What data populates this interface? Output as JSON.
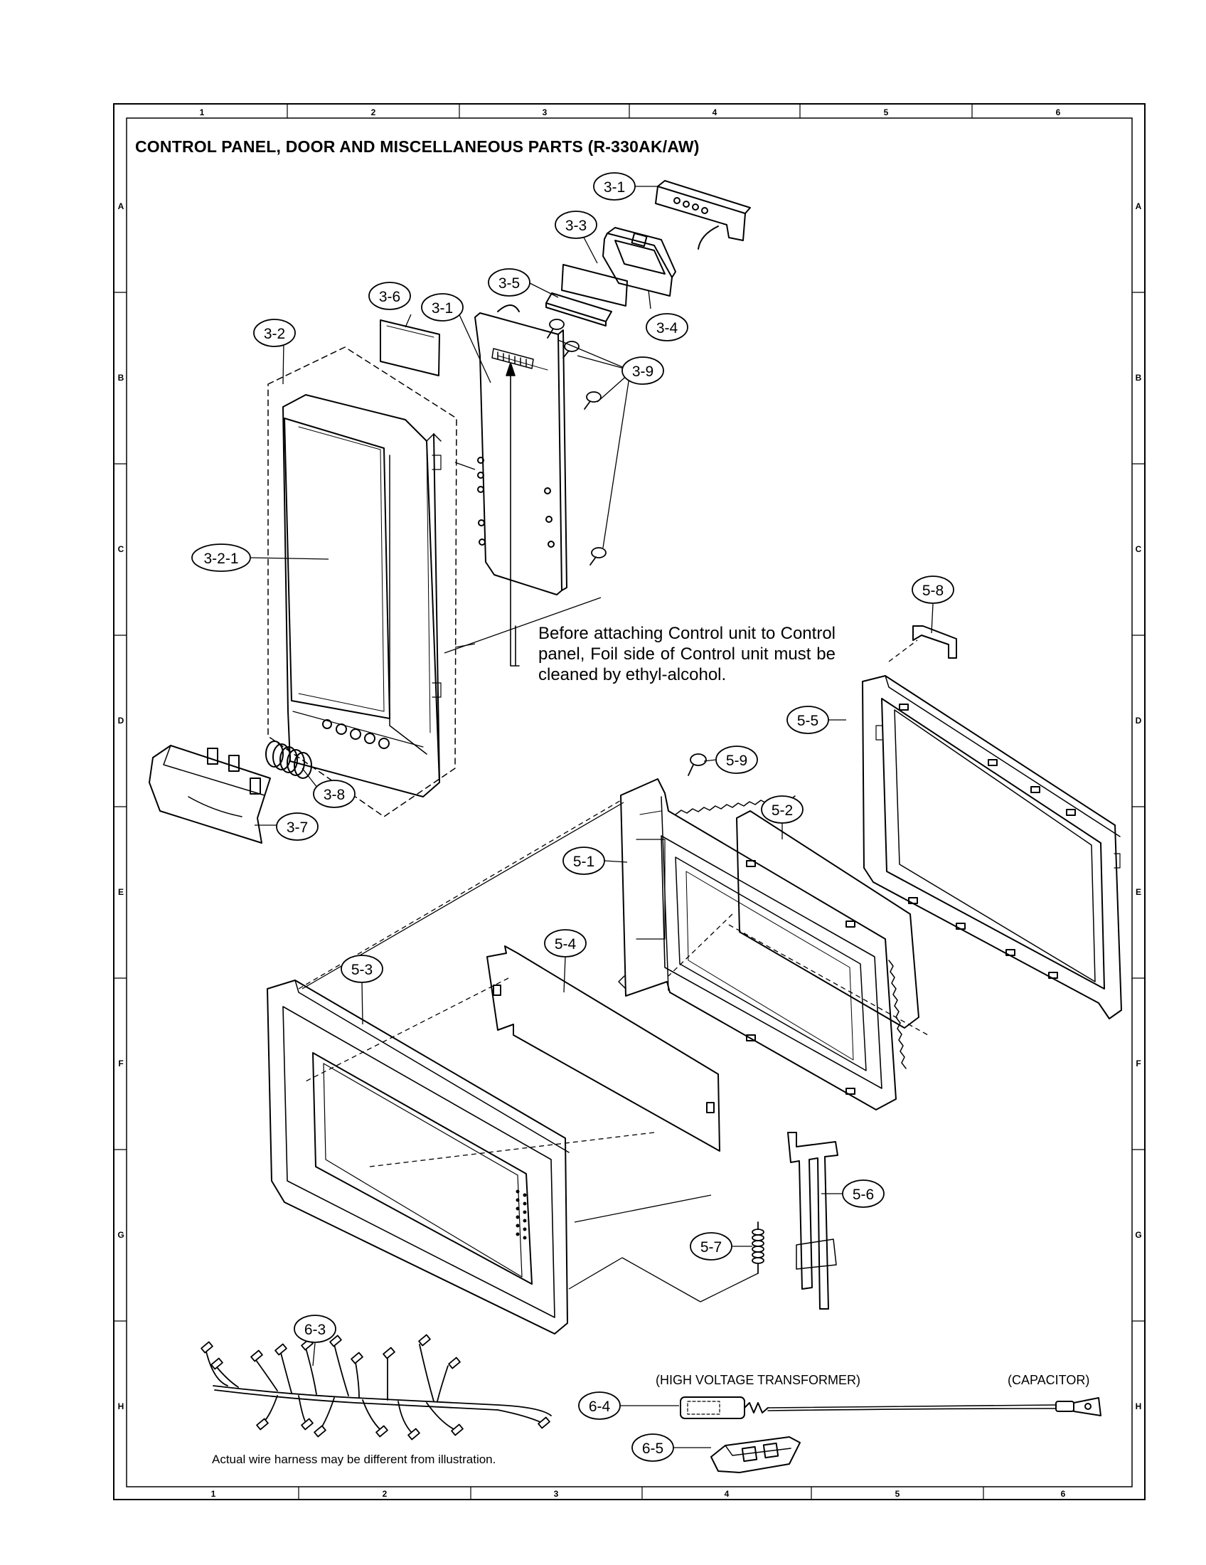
{
  "title": "CONTROL PANEL, DOOR  AND MISCELLANEOUS PARTS (R-330AK/AW)",
  "grid": {
    "columns": [
      "1",
      "2",
      "3",
      "4",
      "5",
      "6"
    ],
    "rows": [
      "A",
      "B",
      "C",
      "D",
      "E",
      "F",
      "G",
      "H"
    ]
  },
  "callouts": {
    "c31a": "3-1",
    "c33": "3-3",
    "c35": "3-5",
    "c34": "3-4",
    "c36": "3-6",
    "c31b": "3-1",
    "c32": "3-2",
    "c39": "3-9",
    "c321": "3-2-1",
    "c38": "3-8",
    "c37": "3-7",
    "c58": "5-8",
    "c55": "5-5",
    "c59": "5-9",
    "c52": "5-2",
    "c51": "5-1",
    "c54": "5-4",
    "c53": "5-3",
    "c56": "5-6",
    "c57": "5-7",
    "c63": "6-3",
    "c64": "6-4",
    "c65": "6-5"
  },
  "note": "Before attaching Control unit to Control panel, Foil side of Control unit must be cleaned by ethyl-alcohol.",
  "captions": {
    "hv_transformer": "(HIGH VOLTAGE TRANSFORMER)",
    "capacitor": "(CAPACITOR)",
    "harness": "Actual wire harness may be different from illustration."
  }
}
